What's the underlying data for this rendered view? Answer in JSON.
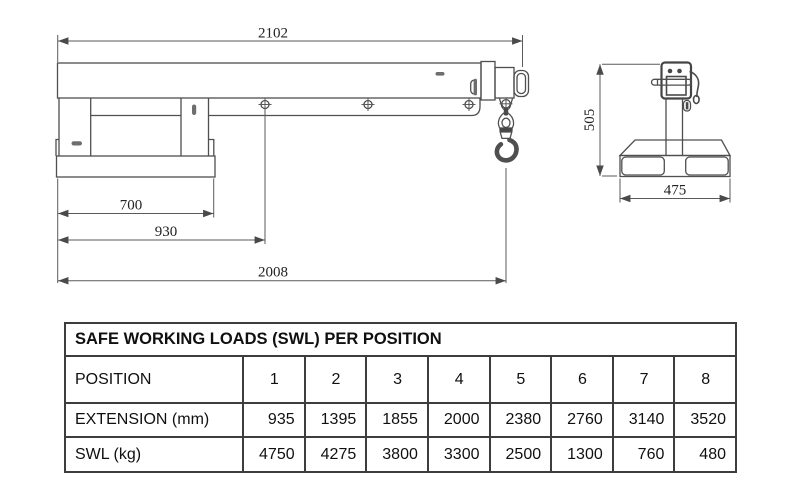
{
  "drawing": {
    "side_view": {
      "dim_overall_length": "2102",
      "dim_fork_pocket_width": "700",
      "dim_first_position": "930",
      "dim_hook_reach": "2008"
    },
    "end_view": {
      "dim_height": "505",
      "dim_base_width": "475"
    }
  },
  "table": {
    "title": "SAFE WORKING LOADS (SWL) PER POSITION",
    "rows": [
      {
        "label": "POSITION",
        "values": [
          "1",
          "2",
          "3",
          "4",
          "5",
          "6",
          "7",
          "8"
        ]
      },
      {
        "label": "EXTENSION (mm)",
        "values": [
          "935",
          "1395",
          "1855",
          "2000",
          "2380",
          "2760",
          "3140",
          "3520"
        ]
      },
      {
        "label": "SWL (kg)",
        "values": [
          "4750",
          "4275",
          "3800",
          "3300",
          "2500",
          "1300",
          "760",
          "480"
        ]
      }
    ]
  },
  "colors": {
    "line": "#4f4f4f",
    "table_border": "#3d3d3d",
    "text": "#101010"
  }
}
